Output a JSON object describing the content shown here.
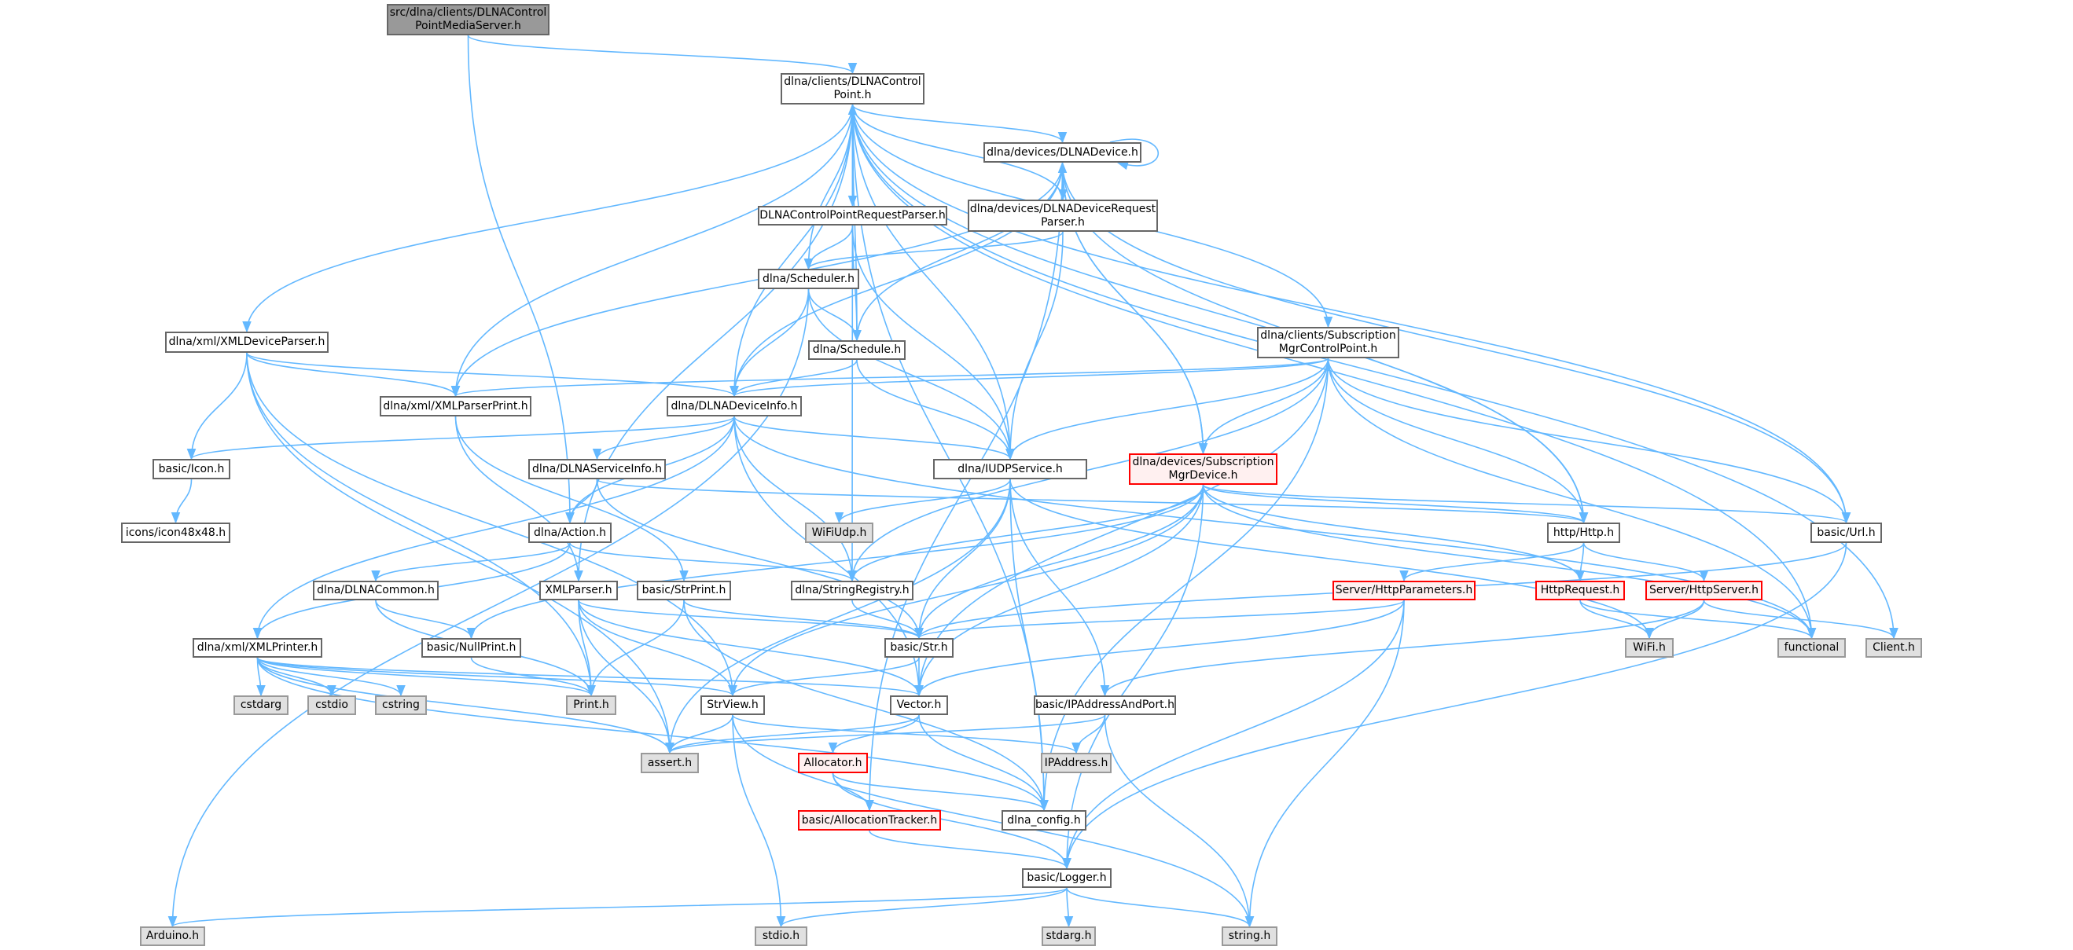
{
  "colors": {
    "edge": "#63b8ff",
    "root_fill": "#999999",
    "external_fill": "#e0e0e0",
    "incomplete_border": "#ff0000"
  },
  "nodes": [
    {
      "id": "src",
      "label": "src/dlna/clients/DLNAControl\nPointMediaServer.h",
      "kind": "root"
    },
    {
      "id": "cp",
      "label": "dlna/clients/DLNAControl\nPoint.h",
      "kind": "normal"
    },
    {
      "id": "dev",
      "label": "dlna/devices/DLNADevice.h",
      "kind": "normal"
    },
    {
      "id": "cprp",
      "label": "DLNAControlPointRequestParser.h",
      "kind": "normal"
    },
    {
      "id": "drp",
      "label": "dlna/devices/DLNADeviceRequest\nParser.h",
      "kind": "normal"
    },
    {
      "id": "scheduler",
      "label": "dlna/Scheduler.h",
      "kind": "normal"
    },
    {
      "id": "schedule",
      "label": "dlna/Schedule.h",
      "kind": "normal"
    },
    {
      "id": "smcp",
      "label": "dlna/clients/Subscription\nMgrControlPoint.h",
      "kind": "normal"
    },
    {
      "id": "xdp",
      "label": "dlna/xml/XMLDeviceParser.h",
      "kind": "normal"
    },
    {
      "id": "xpp",
      "label": "dlna/xml/XMLParserPrint.h",
      "kind": "normal"
    },
    {
      "id": "dinfo",
      "label": "dlna/DLNADeviceInfo.h",
      "kind": "normal"
    },
    {
      "id": "iudp",
      "label": "dlna/IUDPService.h",
      "kind": "normal"
    },
    {
      "id": "smd",
      "label": "dlna/devices/Subscription\nMgrDevice.h",
      "kind": "red"
    },
    {
      "id": "icon",
      "label": "basic/Icon.h",
      "kind": "normal"
    },
    {
      "id": "dsi",
      "label": "dlna/DLNAServiceInfo.h",
      "kind": "normal"
    },
    {
      "id": "icon48",
      "label": "icons/icon48x48.h",
      "kind": "normal"
    },
    {
      "id": "action",
      "label": "dlna/Action.h",
      "kind": "normal"
    },
    {
      "id": "wifiudp",
      "label": "WiFiUdp.h",
      "kind": "ext"
    },
    {
      "id": "http",
      "label": "http/Http.h",
      "kind": "normal"
    },
    {
      "id": "url",
      "label": "basic/Url.h",
      "kind": "normal"
    },
    {
      "id": "dcommon",
      "label": "dlna/DLNACommon.h",
      "kind": "normal"
    },
    {
      "id": "xmlparser",
      "label": "XMLParser.h",
      "kind": "normal"
    },
    {
      "id": "strprint",
      "label": "basic/StrPrint.h",
      "kind": "normal"
    },
    {
      "id": "strreg",
      "label": "dlna/StringRegistry.h",
      "kind": "normal"
    },
    {
      "id": "httpparams",
      "label": "Server/HttpParameters.h",
      "kind": "red"
    },
    {
      "id": "httprequest",
      "label": "HttpRequest.h",
      "kind": "red"
    },
    {
      "id": "httpserver",
      "label": "Server/HttpServer.h",
      "kind": "red"
    },
    {
      "id": "xmlprinter",
      "label": "dlna/xml/XMLPrinter.h",
      "kind": "normal"
    },
    {
      "id": "nullprint",
      "label": "basic/NullPrint.h",
      "kind": "normal"
    },
    {
      "id": "str",
      "label": "basic/Str.h",
      "kind": "normal"
    },
    {
      "id": "wifi",
      "label": "WiFi.h",
      "kind": "ext"
    },
    {
      "id": "functional",
      "label": "functional",
      "kind": "ext"
    },
    {
      "id": "client",
      "label": "Client.h",
      "kind": "ext"
    },
    {
      "id": "cstdarg",
      "label": "cstdarg",
      "kind": "ext"
    },
    {
      "id": "cstdio",
      "label": "cstdio",
      "kind": "ext"
    },
    {
      "id": "cstring",
      "label": "cstring",
      "kind": "ext"
    },
    {
      "id": "print",
      "label": "Print.h",
      "kind": "ext"
    },
    {
      "id": "strview",
      "label": "StrView.h",
      "kind": "normal"
    },
    {
      "id": "vector",
      "label": "Vector.h",
      "kind": "normal"
    },
    {
      "id": "ipport",
      "label": "basic/IPAddressAndPort.h",
      "kind": "normal"
    },
    {
      "id": "assert",
      "label": "assert.h",
      "kind": "ext"
    },
    {
      "id": "allocator",
      "label": "Allocator.h",
      "kind": "red"
    },
    {
      "id": "ipaddress",
      "label": "IPAddress.h",
      "kind": "ext"
    },
    {
      "id": "alloctracker",
      "label": "basic/AllocationTracker.h",
      "kind": "red"
    },
    {
      "id": "dlnaconfig",
      "label": "dlna_config.h",
      "kind": "normal"
    },
    {
      "id": "logger",
      "label": "basic/Logger.h",
      "kind": "normal"
    },
    {
      "id": "arduino",
      "label": "Arduino.h",
      "kind": "ext"
    },
    {
      "id": "stdio",
      "label": "stdio.h",
      "kind": "ext"
    },
    {
      "id": "stdarg",
      "label": "stdarg.h",
      "kind": "ext"
    },
    {
      "id": "string",
      "label": "string.h",
      "kind": "ext"
    }
  ],
  "edges": [
    [
      "src",
      "cp"
    ],
    [
      "src",
      "action"
    ],
    [
      "cp",
      "xdp"
    ],
    [
      "cp",
      "xpp"
    ],
    [
      "cp",
      "xmlparser"
    ],
    [
      "cp",
      "dinfo"
    ],
    [
      "cp",
      "strreg"
    ],
    [
      "cp",
      "scheduler"
    ],
    [
      "cp",
      "schedule"
    ],
    [
      "cp",
      "cprp"
    ],
    [
      "cp",
      "dev"
    ],
    [
      "cp",
      "smcp"
    ],
    [
      "cp",
      "http"
    ],
    [
      "cp",
      "url"
    ],
    [
      "cp",
      "functional"
    ],
    [
      "cp",
      "client"
    ],
    [
      "cp",
      "dlnaconfig"
    ],
    [
      "cp",
      "iudp"
    ],
    [
      "dev",
      "dev"
    ],
    [
      "dev",
      "drp"
    ],
    [
      "dev",
      "xpp"
    ],
    [
      "dev",
      "dinfo"
    ],
    [
      "dev",
      "schedule"
    ],
    [
      "dev",
      "smd"
    ],
    [
      "dev",
      "http"
    ],
    [
      "dev",
      "url"
    ],
    [
      "dev",
      "alloctracker"
    ],
    [
      "drp",
      "cp"
    ],
    [
      "drp",
      "scheduler"
    ],
    [
      "drp",
      "iudp"
    ],
    [
      "cprp",
      "scheduler"
    ],
    [
      "cprp",
      "schedule"
    ],
    [
      "cprp",
      "iudp"
    ],
    [
      "scheduler",
      "schedule"
    ],
    [
      "scheduler",
      "dinfo"
    ],
    [
      "scheduler",
      "iudp"
    ],
    [
      "scheduler",
      "arduino"
    ],
    [
      "schedule",
      "dinfo"
    ],
    [
      "schedule",
      "iudp"
    ],
    [
      "smcp",
      "xpp"
    ],
    [
      "smcp",
      "dinfo"
    ],
    [
      "smcp",
      "iudp"
    ],
    [
      "smcp",
      "smd"
    ],
    [
      "smcp",
      "strreg"
    ],
    [
      "smcp",
      "http"
    ],
    [
      "smcp",
      "url"
    ],
    [
      "smcp",
      "functional"
    ],
    [
      "smcp",
      "vector"
    ],
    [
      "smcp",
      "dlnaconfig"
    ],
    [
      "xdp",
      "icon"
    ],
    [
      "xdp",
      "xpp"
    ],
    [
      "xdp",
      "dinfo"
    ],
    [
      "xdp",
      "assert"
    ],
    [
      "xdp",
      "print"
    ],
    [
      "xdp",
      "strview"
    ],
    [
      "xpp",
      "xmlparser"
    ],
    [
      "xpp",
      "strprint"
    ],
    [
      "dinfo",
      "icon"
    ],
    [
      "dinfo",
      "dsi"
    ],
    [
      "dinfo",
      "iudp"
    ],
    [
      "dinfo",
      "action"
    ],
    [
      "dinfo",
      "xmlprinter"
    ],
    [
      "dinfo",
      "strreg"
    ],
    [
      "dinfo",
      "vector"
    ],
    [
      "dinfo",
      "functional"
    ],
    [
      "dsi",
      "action"
    ],
    [
      "dsi",
      "http"
    ],
    [
      "dsi",
      "str"
    ],
    [
      "iudp",
      "wifiudp"
    ],
    [
      "iudp",
      "str"
    ],
    [
      "iudp",
      "ipport"
    ],
    [
      "iudp",
      "dlnaconfig"
    ],
    [
      "iudp",
      "assert"
    ],
    [
      "iudp",
      "wifi"
    ],
    [
      "smd",
      "dev"
    ],
    [
      "smd",
      "http"
    ],
    [
      "smd",
      "url"
    ],
    [
      "smd",
      "httprequest"
    ],
    [
      "smd",
      "str"
    ],
    [
      "smd",
      "strreg"
    ],
    [
      "smd",
      "strview"
    ],
    [
      "smd",
      "vector"
    ],
    [
      "smd",
      "nullprint"
    ],
    [
      "smd",
      "logger"
    ],
    [
      "smd",
      "functional"
    ],
    [
      "icon",
      "icon48"
    ],
    [
      "action",
      "dcommon"
    ],
    [
      "action",
      "xmlprinter"
    ],
    [
      "action",
      "strreg"
    ],
    [
      "dcommon",
      "nullprint"
    ],
    [
      "dcommon",
      "print"
    ],
    [
      "xmlparser",
      "str"
    ],
    [
      "xmlparser",
      "strview"
    ],
    [
      "xmlparser",
      "vector"
    ],
    [
      "xmlparser",
      "print"
    ],
    [
      "xmlparser",
      "assert"
    ],
    [
      "strprint",
      "str"
    ],
    [
      "strprint",
      "print"
    ],
    [
      "strprint",
      "dlnaconfig"
    ],
    [
      "strreg",
      "str"
    ],
    [
      "xmlprinter",
      "cstdarg"
    ],
    [
      "xmlprinter",
      "cstdio"
    ],
    [
      "xmlprinter",
      "cstring"
    ],
    [
      "xmlprinter",
      "print"
    ],
    [
      "xmlprinter",
      "strview"
    ],
    [
      "xmlprinter",
      "vector"
    ],
    [
      "xmlprinter",
      "assert"
    ],
    [
      "xmlprinter",
      "dlnaconfig"
    ],
    [
      "nullprint",
      "print"
    ],
    [
      "str",
      "strview"
    ],
    [
      "str",
      "vector"
    ],
    [
      "strview",
      "assert"
    ],
    [
      "strview",
      "stdio"
    ],
    [
      "strview",
      "string"
    ],
    [
      "strview",
      "ipaddress"
    ],
    [
      "vector",
      "assert"
    ],
    [
      "vector",
      "allocator"
    ],
    [
      "vector",
      "dlnaconfig"
    ],
    [
      "allocator",
      "alloctracker"
    ],
    [
      "allocator",
      "dlnaconfig"
    ],
    [
      "allocator",
      "logger"
    ],
    [
      "alloctracker",
      "logger"
    ],
    [
      "logger",
      "arduino"
    ],
    [
      "logger",
      "stdio"
    ],
    [
      "logger",
      "stdarg"
    ],
    [
      "logger",
      "string"
    ],
    [
      "ipport",
      "assert"
    ],
    [
      "ipport",
      "ipaddress"
    ],
    [
      "ipport",
      "string"
    ],
    [
      "http",
      "httpparams"
    ],
    [
      "http",
      "httprequest"
    ],
    [
      "http",
      "httpserver"
    ],
    [
      "httpparams",
      "str"
    ],
    [
      "httpparams",
      "vector"
    ],
    [
      "httpparams",
      "logger"
    ],
    [
      "httpparams",
      "string"
    ],
    [
      "httprequest",
      "wifi"
    ],
    [
      "httprequest",
      "functional"
    ],
    [
      "httpserver",
      "wifi"
    ],
    [
      "httpserver",
      "client"
    ],
    [
      "httpserver",
      "ipport"
    ],
    [
      "url",
      "str"
    ],
    [
      "url",
      "logger"
    ]
  ]
}
